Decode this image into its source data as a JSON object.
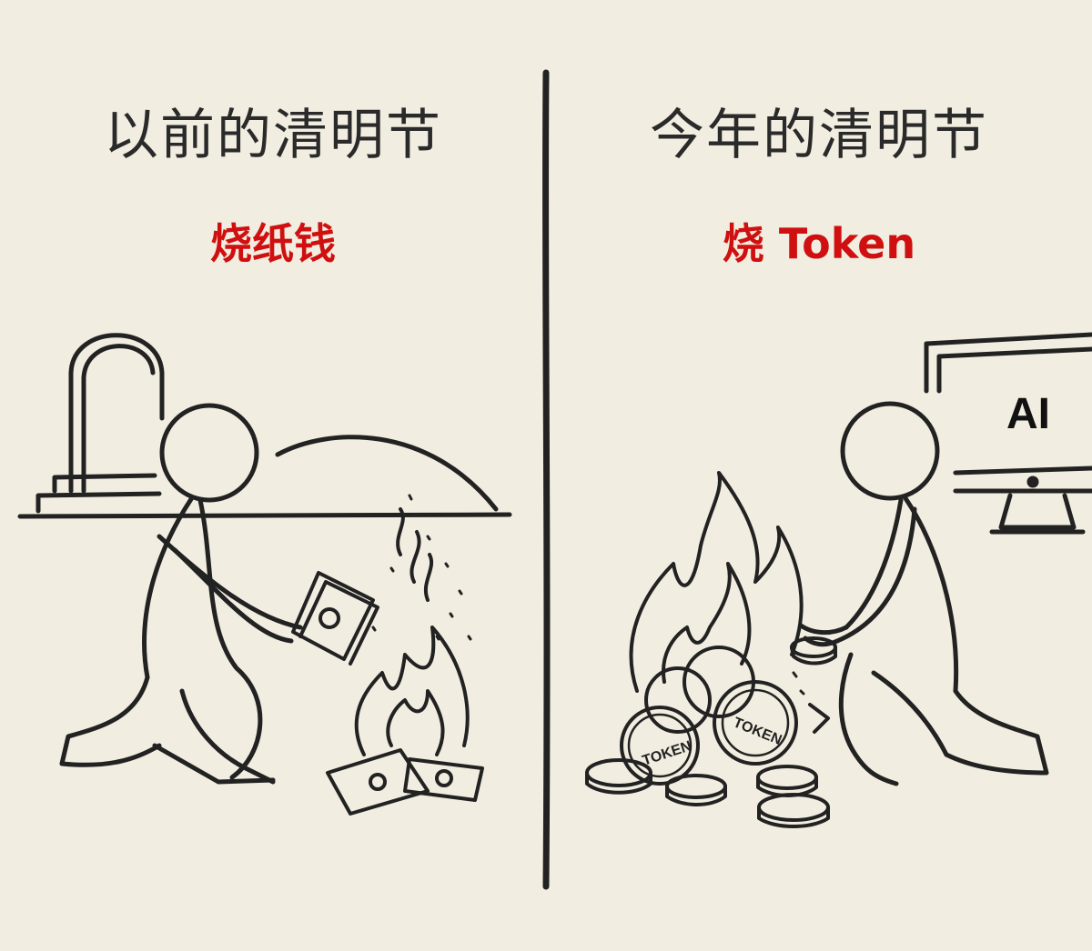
{
  "left_panel": {
    "title": "以前的清明节",
    "subtitle": "烧纸钱"
  },
  "right_panel": {
    "title": "今年的清明节",
    "subtitle": "烧 Token",
    "monitor_label": "AI",
    "coin_label": "TOKEN"
  },
  "colors": {
    "background": "#f1ede0",
    "ink": "#222222",
    "accent_red": "#d01010"
  }
}
